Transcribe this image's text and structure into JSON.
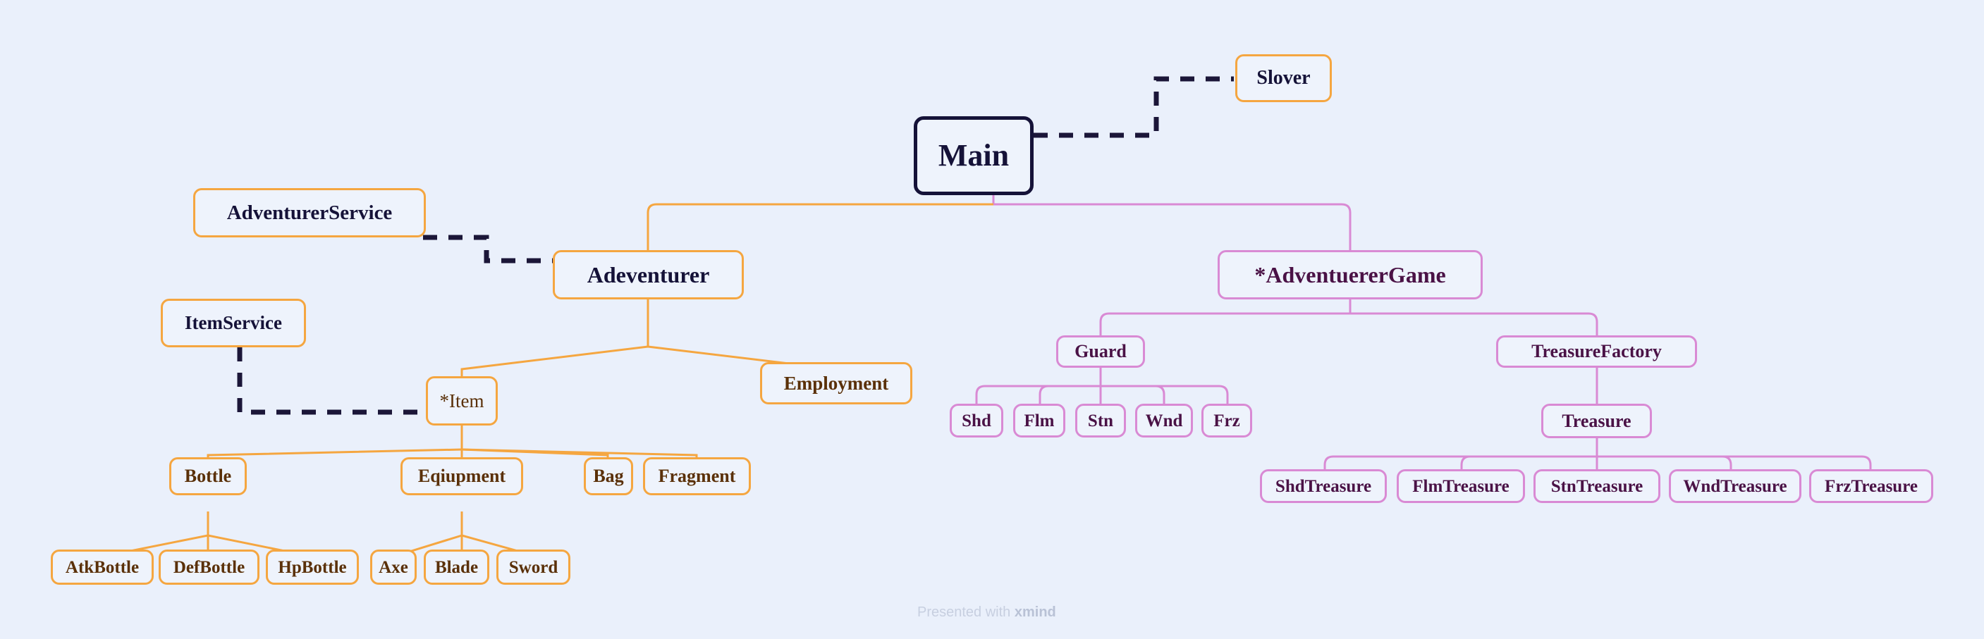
{
  "app": {
    "footer_prefix": "Presented with ",
    "footer_brand": "xmind",
    "background_color": "#eaf0fb"
  },
  "theme": {
    "root_border": "#151238",
    "root_text": "#151238",
    "orange_border": "#f5a640",
    "orange_text_navy": "#151238",
    "orange_text_brown": "#5a3008",
    "pink_border": "#d98ad4",
    "pink_text": "#4a1246",
    "dashed_color": "#1b1638",
    "node_fill": "#eef3fc"
  },
  "nodes": {
    "root": {
      "label": "Main"
    },
    "slover": {
      "label": "Slover"
    },
    "adventurer_service": {
      "label": "AdventurerService"
    },
    "item_service": {
      "label": "ItemService"
    },
    "adeventurer": {
      "label": "Adeventurer"
    },
    "item": {
      "label": "*Item"
    },
    "employment": {
      "label": "Employment"
    },
    "bottle": {
      "label": "Bottle"
    },
    "eqiupment": {
      "label": "Eqiupment"
    },
    "bag": {
      "label": "Bag"
    },
    "fragment": {
      "label": "Fragment"
    },
    "atkbottle": {
      "label": "AtkBottle"
    },
    "defbottle": {
      "label": "DefBottle"
    },
    "hpbottle": {
      "label": "HpBottle"
    },
    "axe": {
      "label": "Axe"
    },
    "blade": {
      "label": "Blade"
    },
    "sword": {
      "label": "Sword"
    },
    "adventuerergame": {
      "label": "*AdventuererGame"
    },
    "guard": {
      "label": "Guard"
    },
    "shd": {
      "label": "Shd"
    },
    "flm": {
      "label": "Flm"
    },
    "stn": {
      "label": "Stn"
    },
    "wnd": {
      "label": "Wnd"
    },
    "frz": {
      "label": "Frz"
    },
    "treasure_factory": {
      "label": "TreasureFactory"
    },
    "treasure": {
      "label": "Treasure"
    },
    "shdtreasure": {
      "label": "ShdTreasure"
    },
    "flmtreasure": {
      "label": "FlmTreasure"
    },
    "stntreasure": {
      "label": "StnTreasure"
    },
    "wndtreasure": {
      "label": "WndTreasure"
    },
    "frztreasure": {
      "label": "FrzTreasure"
    }
  },
  "structure": {
    "root": "Main",
    "children": [
      {
        "label": "Adeventurer",
        "branch_color": "#f5a640",
        "children": [
          {
            "label": "*Item",
            "children": [
              {
                "label": "Bottle",
                "children": [
                  {
                    "label": "AtkBottle"
                  },
                  {
                    "label": "DefBottle"
                  },
                  {
                    "label": "HpBottle"
                  }
                ]
              },
              {
                "label": "Eqiupment",
                "children": [
                  {
                    "label": "Axe"
                  },
                  {
                    "label": "Blade"
                  },
                  {
                    "label": "Sword"
                  }
                ]
              },
              {
                "label": "Bag"
              },
              {
                "label": "Fragment"
              }
            ]
          },
          {
            "label": "Employment"
          }
        ]
      },
      {
        "label": "*AdventuererGame",
        "branch_color": "#d98ad4",
        "children": [
          {
            "label": "Guard",
            "children": [
              {
                "label": "Shd"
              },
              {
                "label": "Flm"
              },
              {
                "label": "Stn"
              },
              {
                "label": "Wnd"
              },
              {
                "label": "Frz"
              }
            ]
          },
          {
            "label": "TreasureFactory",
            "children": [
              {
                "label": "Treasure",
                "children": [
                  {
                    "label": "ShdTreasure"
                  },
                  {
                    "label": "FlmTreasure"
                  },
                  {
                    "label": "StnTreasure"
                  },
                  {
                    "label": "WndTreasure"
                  },
                  {
                    "label": "FrzTreasure"
                  }
                ]
              }
            ]
          }
        ]
      }
    ],
    "dashed_relations": [
      {
        "from": "Main",
        "to": "Slover"
      },
      {
        "from": "AdventurerService",
        "to": "Adeventurer"
      },
      {
        "from": "ItemService",
        "to": "*Item"
      }
    ]
  }
}
